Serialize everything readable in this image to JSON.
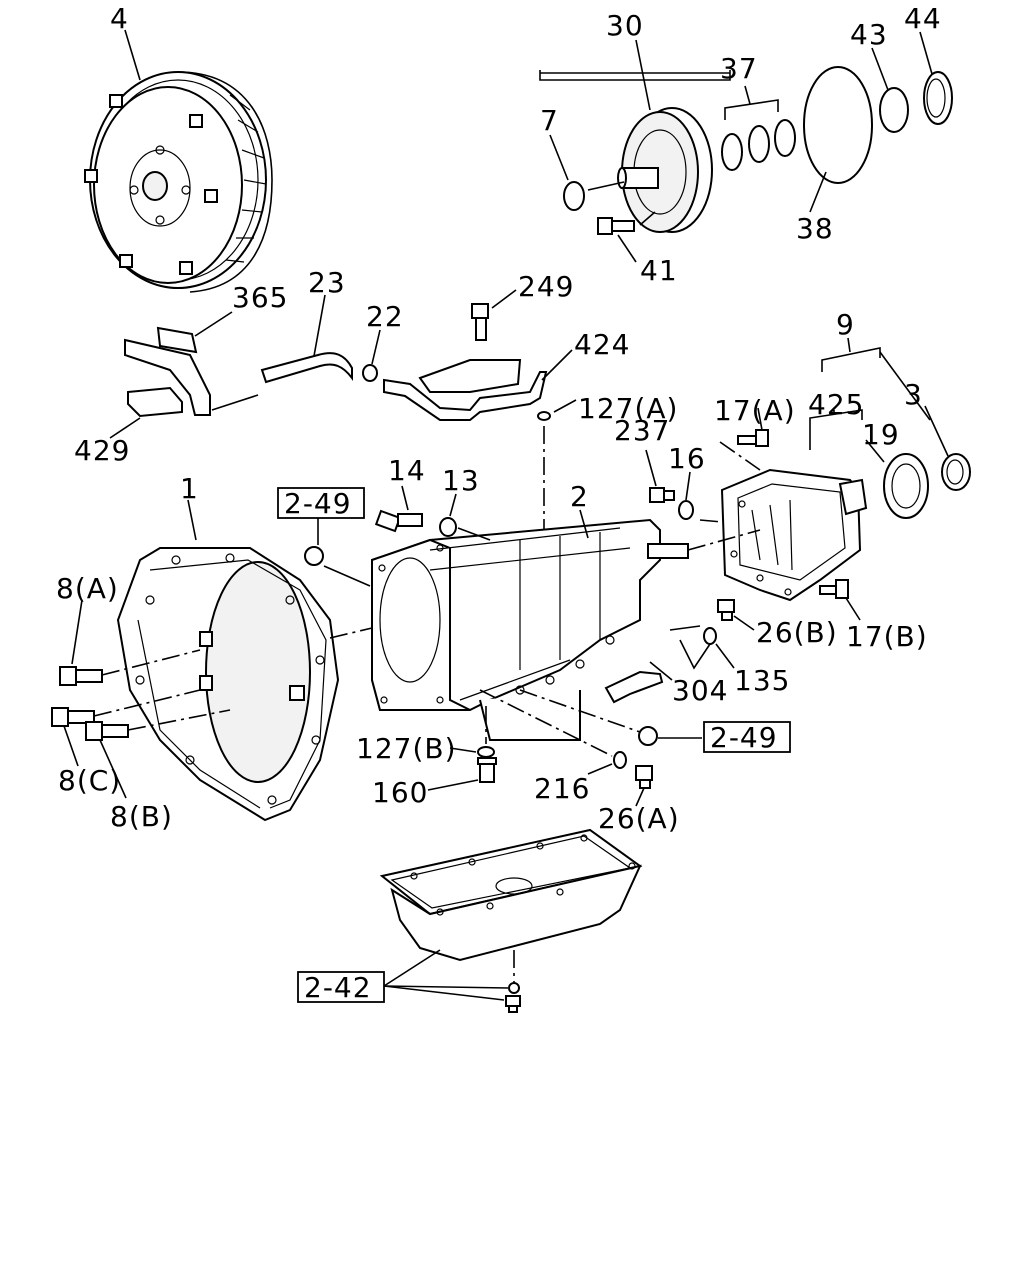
{
  "labels": {
    "p4": "4",
    "p30": "30",
    "p37": "37",
    "p7": "7",
    "p43": "43",
    "p44": "44",
    "p38": "38",
    "p41": "41",
    "p23": "23",
    "p365": "365",
    "p22": "22",
    "p249": "249",
    "p424": "424",
    "p127a": "127(A)",
    "p429": "429",
    "p9": "9",
    "p425": "425",
    "p3": "3",
    "p17a": "17(A)",
    "p237": "237",
    "p19": "19",
    "p16": "16",
    "p14": "14",
    "p13": "13",
    "p2": "2",
    "p1": "1",
    "p8a": "8(A)",
    "p8c": "8(C)",
    "p8b": "8(B)",
    "p26b": "26(B)",
    "p17b": "17(B)",
    "p135": "135",
    "p304": "304",
    "p127b": "127(B)",
    "p160": "160",
    "p216": "216",
    "p26a": "26(A)"
  },
  "references": {
    "ref_249_top": "2-49",
    "ref_249_right": "2-49",
    "ref_242": "2-42"
  }
}
